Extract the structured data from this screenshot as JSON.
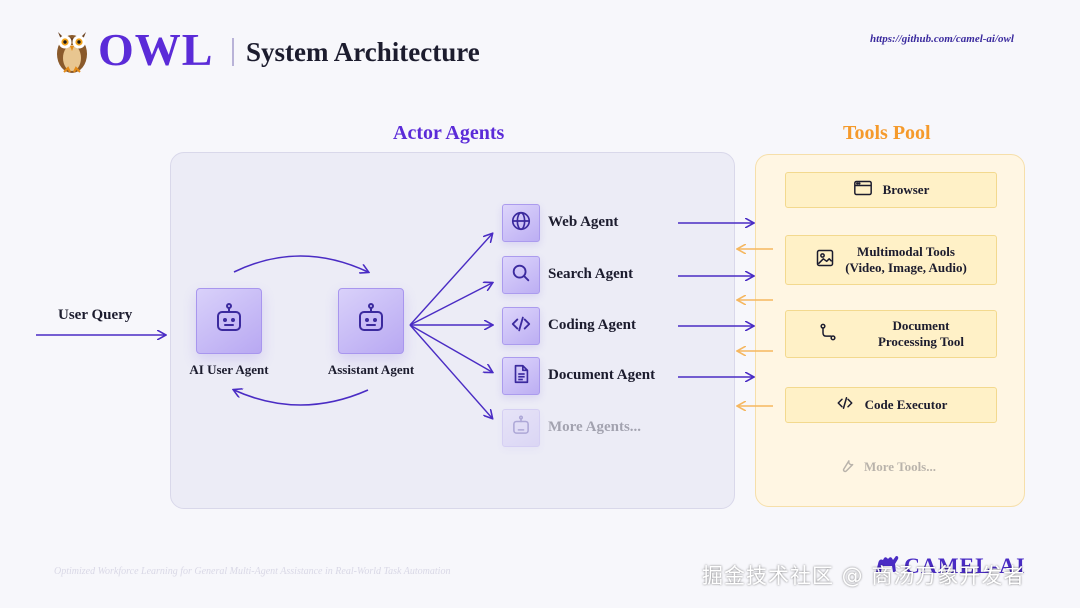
{
  "header": {
    "brand": "OWL",
    "title": "System Architecture",
    "github_link": "https://github.com/camel-ai/owl"
  },
  "input": {
    "user_query_label": "User Query"
  },
  "actor_agents": {
    "title": "Actor Agents",
    "core": [
      {
        "label": "AI User Agent",
        "icon": "robot-icon"
      },
      {
        "label": "Assistant Agent",
        "icon": "robot-icon"
      }
    ],
    "agents": [
      {
        "label": "Web Agent",
        "icon": "globe-icon"
      },
      {
        "label": "Search Agent",
        "icon": "search-icon"
      },
      {
        "label": "Coding Agent",
        "icon": "code-icon"
      },
      {
        "label": "Document Agent",
        "icon": "document-icon"
      },
      {
        "label": "More Agents...",
        "icon": "robot-icon"
      }
    ]
  },
  "tools_pool": {
    "title": "Tools Pool",
    "tools": [
      {
        "label": "Browser",
        "icon": "browser-window-icon"
      },
      {
        "label": "Multimodal Tools",
        "label_line2": "(Video, Image, Audio)",
        "icon": "image-icon"
      },
      {
        "label": "Document",
        "label_line2": "Processing Tool",
        "icon": "git-branch-icon"
      },
      {
        "label": "Code Executor",
        "icon": "code-icon"
      },
      {
        "label": "More Tools...",
        "icon": "wrench-icon"
      }
    ]
  },
  "footer": {
    "tagline": "Optimized Workforce Learning for General Multi-Agent Assistance in Real-World Task Automation",
    "camel_brand": "CAMEL-AI",
    "watermark": "掘金技术社区 @ 商汤万象开发者"
  },
  "colors": {
    "brand_purple": "#5b2bd8",
    "tools_orange": "#f59a2b",
    "arrow_purple": "#4a2cc4",
    "arrow_orange": "#f5b760"
  }
}
